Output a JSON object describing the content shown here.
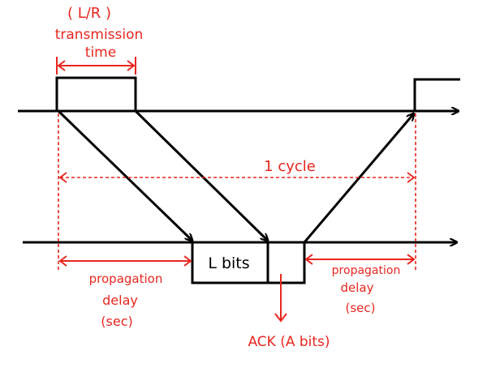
{
  "colors": {
    "ink": "#000000",
    "annotation": "#e8261f",
    "background": "#ffffff"
  },
  "labels": {
    "transmission_top": "( L/R )",
    "transmission_mid": "transmission",
    "transmission_bot": "time",
    "cycle": "1 cycle",
    "packet": "L bits",
    "prop_left_1": "propagation",
    "prop_left_2": "delay",
    "prop_left_3": "(sec)",
    "prop_right_1": "propagation",
    "prop_right_2": "delay",
    "prop_right_3": "(sec)",
    "ack": "ACK (A bits)"
  }
}
